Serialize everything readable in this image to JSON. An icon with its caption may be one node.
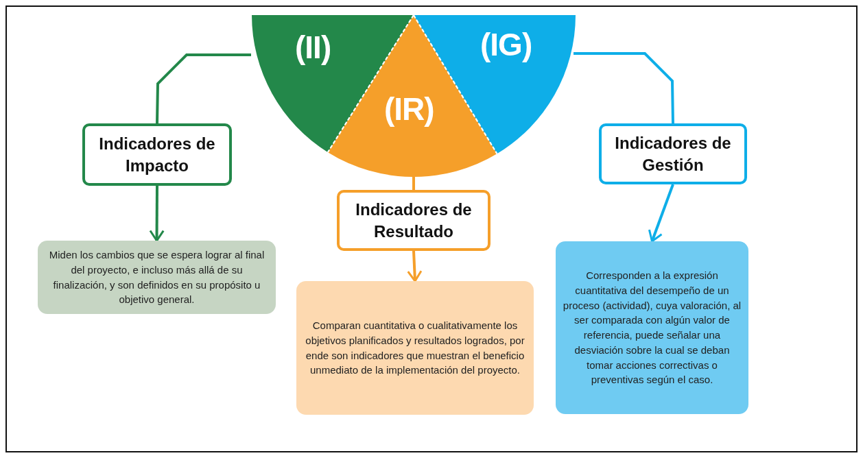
{
  "diagram": {
    "nodes": [
      {
        "text": [
          "(II)"
        ]
      },
      {
        "text": [
          "(IR)"
        ]
      },
      {
        "text": [
          "(IG)"
        ]
      },
      {
        "text": [
          "Indicadores de Impacto"
        ]
      },
      {
        "text": [
          "Indicadores de Resultado"
        ]
      },
      {
        "text": [
          "Indicadores de Gestión"
        ]
      },
      {
        "text": [
          "Miden los cambios que se espera lograr al final del proyecto, e incluso más allá de su finalización, y son definidos en su propósito u objetivo general."
        ]
      },
      {
        "text": [
          "Comparan cuantitativa o cualitativamente los objetivos planificados y resultados logrados, por ende son indicadores que muestran el beneficio unmediato de la implementación del proyecto."
        ]
      },
      {
        "text": [
          "Corresponden a la expresión cuantitativa del desempeño de un proceso (actividad), cuya valoración, al ser comparada con algún valor de referencia, puede señalar una desviación sobre la cual se deban tomar acciones  correctivas o preventivas según el caso."
        ]
      }
    ],
    "edges": [
      {
        "from": 0,
        "to": 3,
        "arrow": "none",
        "color": "#23884a"
      },
      {
        "from": 3,
        "to": 6,
        "arrow": "to",
        "color": "#23884a"
      },
      {
        "from": 1,
        "to": 4,
        "arrow": "none",
        "color": "#f59f2a"
      },
      {
        "from": 4,
        "to": 7,
        "arrow": "to",
        "color": "#f59f2a"
      },
      {
        "from": 2,
        "to": 5,
        "arrow": "none",
        "color": "#0eaee8"
      },
      {
        "from": 5,
        "to": 8,
        "arrow": "to",
        "color": "#0eaee8"
      }
    ]
  }
}
